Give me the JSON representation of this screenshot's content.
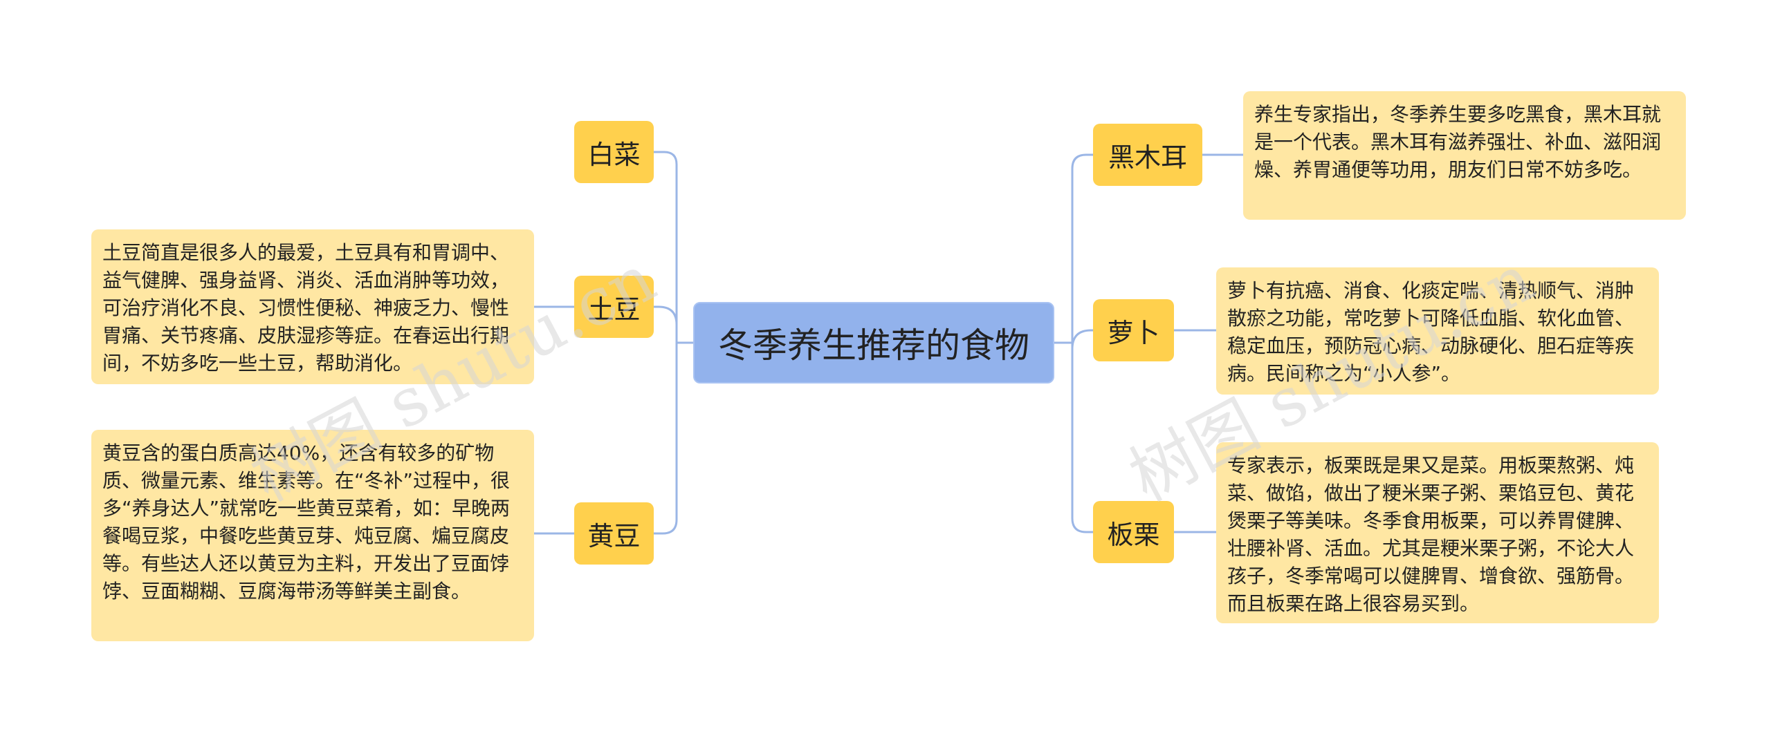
{
  "root": {
    "label": "冬季养生推荐的食物"
  },
  "left": [
    {
      "label": "白菜",
      "desc": ""
    },
    {
      "label": "土豆",
      "desc": "土豆简直是很多人的最爱，土豆具有和胃调中、益气健脾、强身益肾、消炎、活血消肿等功效，可治疗消化不良、习惯性便秘、神疲乏力、慢性胃痛、关节疼痛、皮肤湿疹等症。在春运出行期间，不妨多吃一些土豆，帮助消化。"
    },
    {
      "label": "黄豆",
      "desc": "黄豆含的蛋白质高达40%，还含有较多的矿物质、微量元素、维生素等。在“冬补”过程中，很多“养身达人”就常吃一些黄豆菜肴，如：早晚两餐喝豆浆，中餐吃些黄豆芽、炖豆腐、煸豆腐皮等。有些达人还以黄豆为主料，开发出了豆面饽饽、豆面糊糊、豆腐海带汤等鲜美主副食。"
    }
  ],
  "right": [
    {
      "label": "黑木耳",
      "desc": "养生专家指出，冬季养生要多吃黑食，黑木耳就是一个代表。黑木耳有滋养强壮、补血、滋阳润燥、养胃通便等功用，朋友们日常不妨多吃。"
    },
    {
      "label": "萝卜",
      "desc": "萝卜有抗癌、消食、化痰定喘、清热顺气、消肿散瘀之功能，常吃萝卜可降低血脂、软化血管、稳定血压，预防冠心病、动脉硬化、胆石症等疾病。民间称之为“小人参”。"
    },
    {
      "label": "板栗",
      "desc": "专家表示，板栗既是果又是菜。用板栗熬粥、炖菜、做馅，做出了粳米栗子粥、栗馅豆包、黄花煲栗子等美味。冬季食用板栗，可以养胃健脾、壮腰补肾、活血。尤其是粳米栗子粥，不论大人孩子，冬季常喝可以健脾胃、增食欲、强筋骨。而且板栗在路上很容易买到。"
    }
  ],
  "watermark": {
    "text": "树图 shutu.cn"
  },
  "colors": {
    "root": "#92b2ec",
    "topic": "#ffd04d",
    "desc": "#ffe7a3",
    "line": "#9bb6e6"
  }
}
